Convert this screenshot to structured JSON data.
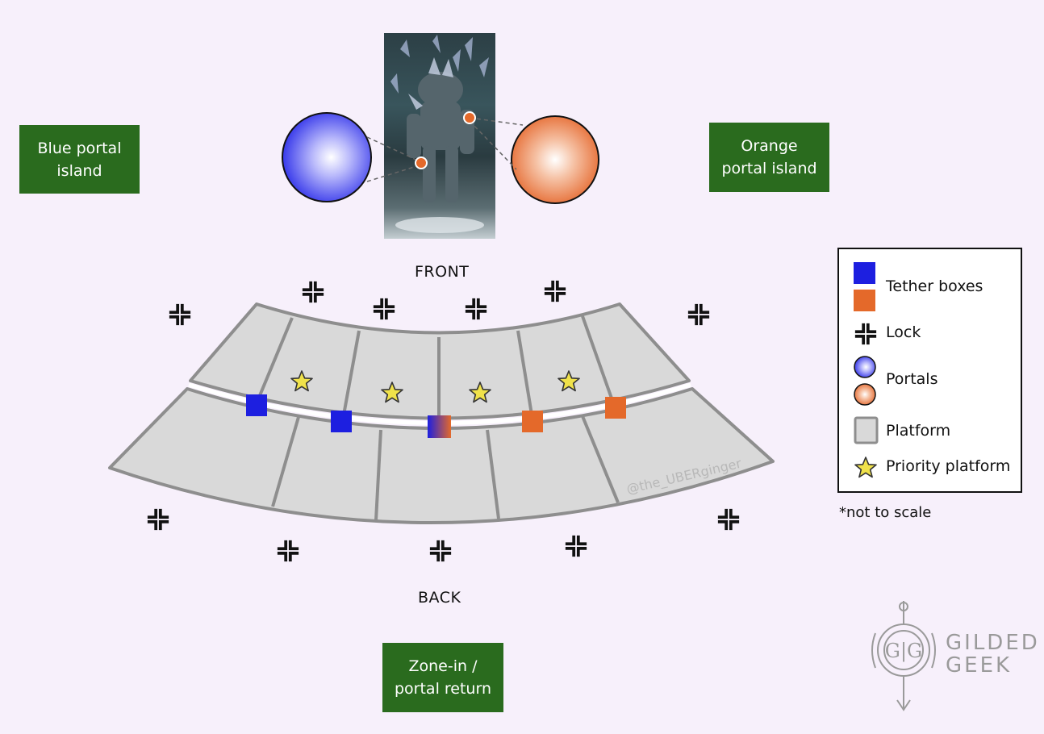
{
  "labels": {
    "front": "FRONT",
    "back": "BACK",
    "blue_island": "Blue portal\nisland",
    "orange_island": "Orange\nportal island",
    "zone_in": "Zone-in /\nportal return",
    "watermark": "@the_UBERginger",
    "note": "*not to scale"
  },
  "legend": [
    {
      "icon": "tether-box-blue-icon",
      "label": "Tether boxes"
    },
    {
      "icon": "lock-icon",
      "label": "Lock"
    },
    {
      "icon": "portal-icon",
      "label": "Portals"
    },
    {
      "icon": "platform-icon",
      "label": "Platform"
    },
    {
      "icon": "star-icon",
      "label": "Priority platform"
    }
  ],
  "logo": {
    "monogram": "G|G",
    "line1": "GILDED",
    "line2": "GEEK"
  },
  "colors": {
    "background": "#f7f0fb",
    "green_box": "#2a6b1e",
    "tether_blue": "#1d1fe0",
    "tether_orange": "#e4692a",
    "platform_fill": "#d9d9d9",
    "platform_stroke": "#8e8e8e",
    "star": "#f0e24a"
  },
  "portals": [
    {
      "name": "blue-portal",
      "color": "#3a3cf0"
    },
    {
      "name": "orange-portal",
      "color": "#e9763f"
    }
  ]
}
